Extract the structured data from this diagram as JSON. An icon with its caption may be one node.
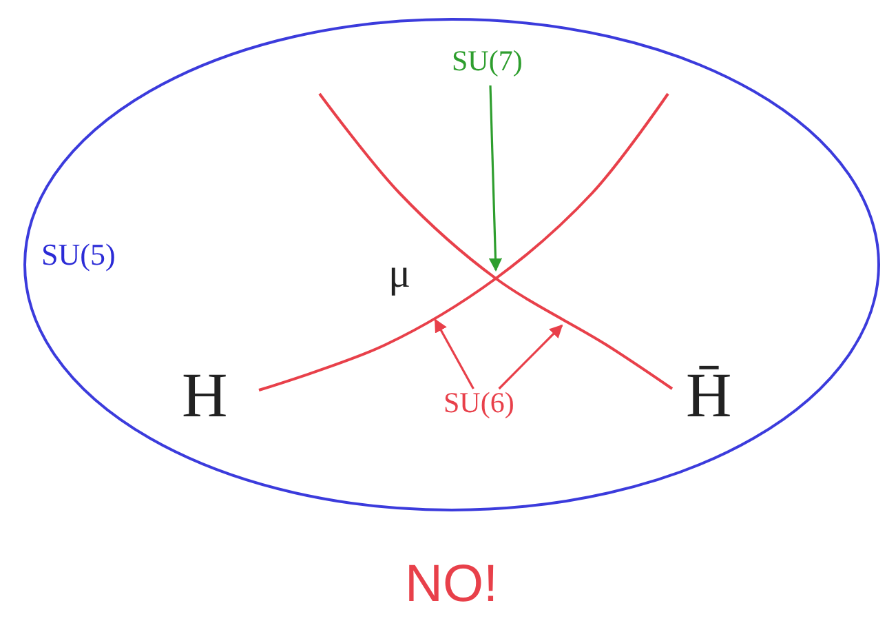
{
  "diagram": {
    "nodes": [
      {
        "text": [
          "SU(5)"
        ]
      },
      {
        "text": [
          "SU(7)"
        ],
        "in": 0
      },
      {
        "text": [
          "SU(6)"
        ],
        "in": 0
      }
    ],
    "edges": [
      {
        "from": 1,
        "to": null,
        "arrow": "to",
        "color": "#2e9e2e"
      },
      {
        "from": 2,
        "to": null,
        "arrow": "to"
      },
      {
        "from": 2,
        "to": null,
        "arrow": "to"
      }
    ],
    "labels": [
      "μ",
      "H",
      "H̄",
      "NO!"
    ]
  }
}
